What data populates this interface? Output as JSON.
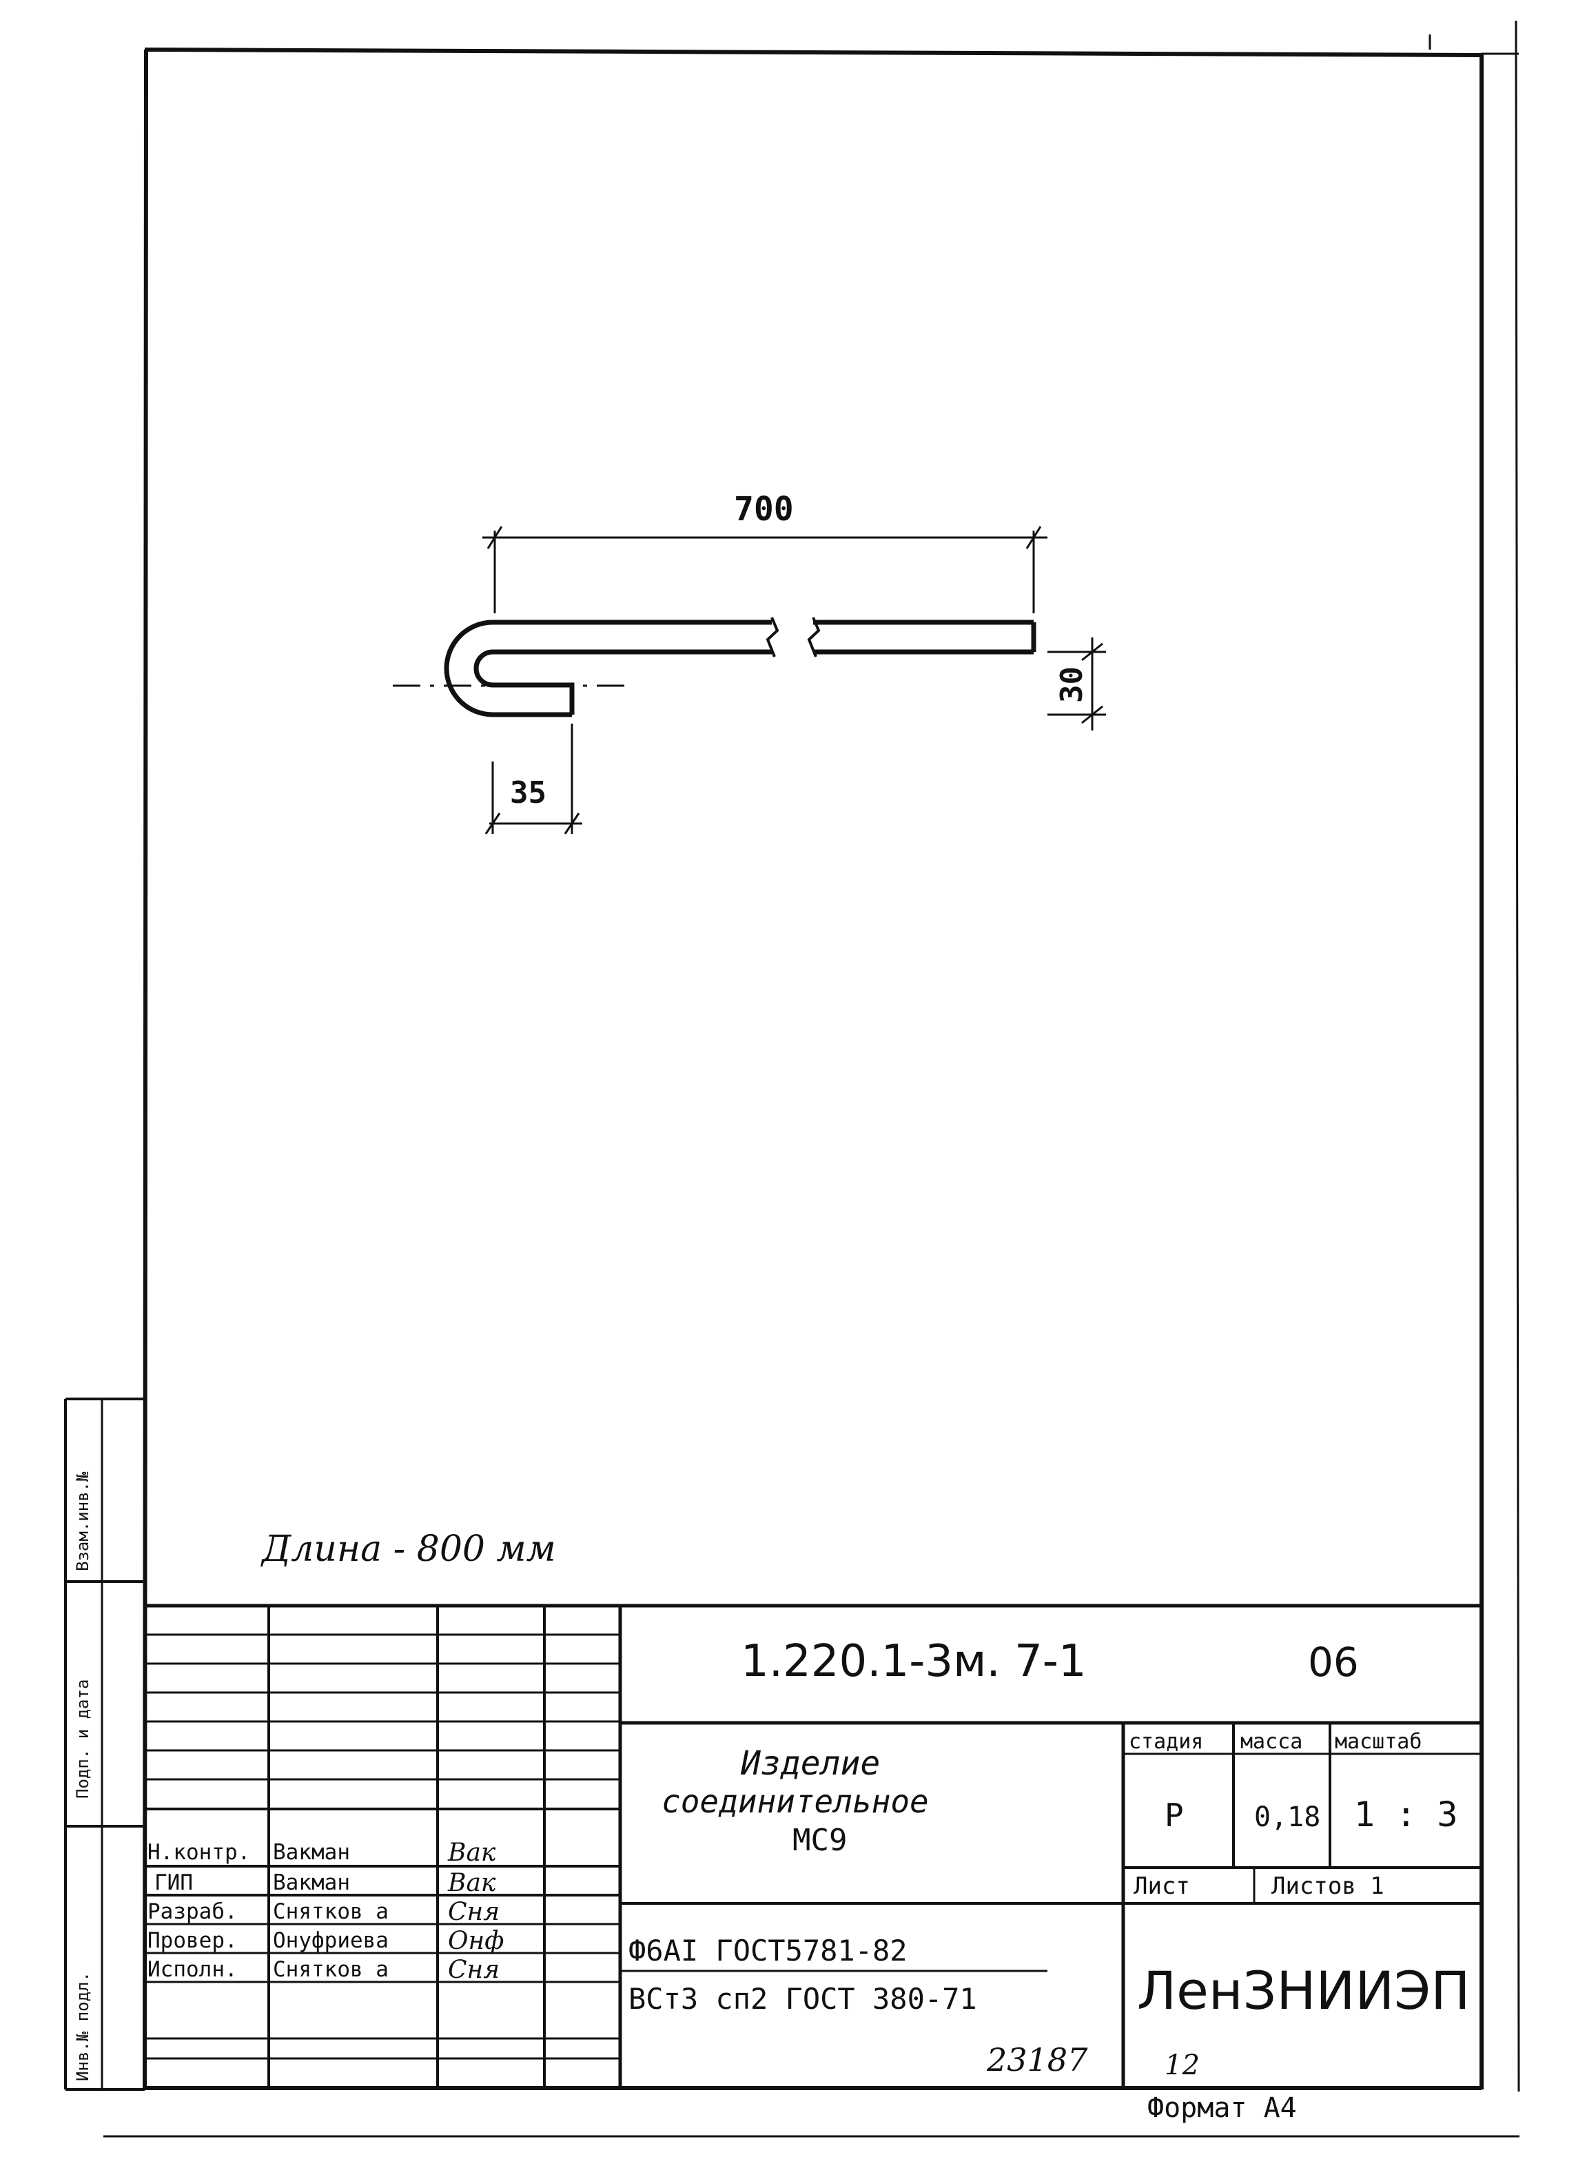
{
  "dimensions": {
    "width": "700",
    "bend": "35",
    "height": "30"
  },
  "note": "Длина  -  800 мм",
  "title_block": {
    "code": "1.220.1-3м. 7-1",
    "sheet_no": "06",
    "product_name_1": "Изделие",
    "product_name_2": "соединительное",
    "product_name_3": "МС9",
    "headers": {
      "stage": "стадия",
      "mass": "масса",
      "scale": "масштаб"
    },
    "values": {
      "stage": "Р",
      "mass": "0,18",
      "scale": "1 : 3"
    },
    "sheet_label": "Лист",
    "sheets_label": "Листов 1",
    "material_1": "Ф6АI  ГОСТ5781-82",
    "material_2": "ВСт3 сп2  ГОСТ 380-71",
    "organization": "ЛенЗНИИЭП",
    "roles": [
      {
        "role": "Н.контр.",
        "name": "Вакман",
        "sign": "Вак"
      },
      {
        "role": "ГИП",
        "name": "Вакман",
        "sign": "Вак"
      },
      {
        "role": "Разраб.",
        "name": "Снятков а",
        "sign": "Сня"
      },
      {
        "role": "Провер.",
        "name": "Онуфриева",
        "sign": "Онф"
      },
      {
        "role": "Исполн.",
        "name": "Снятков а",
        "sign": "Сня"
      }
    ]
  },
  "side_labels": {
    "a": "Взам.инв.№",
    "b": "Подп. и дата",
    "c": "Инв.№ подл."
  },
  "footer": {
    "inv": "23187",
    "copy": "12",
    "format": "Формат А4"
  }
}
